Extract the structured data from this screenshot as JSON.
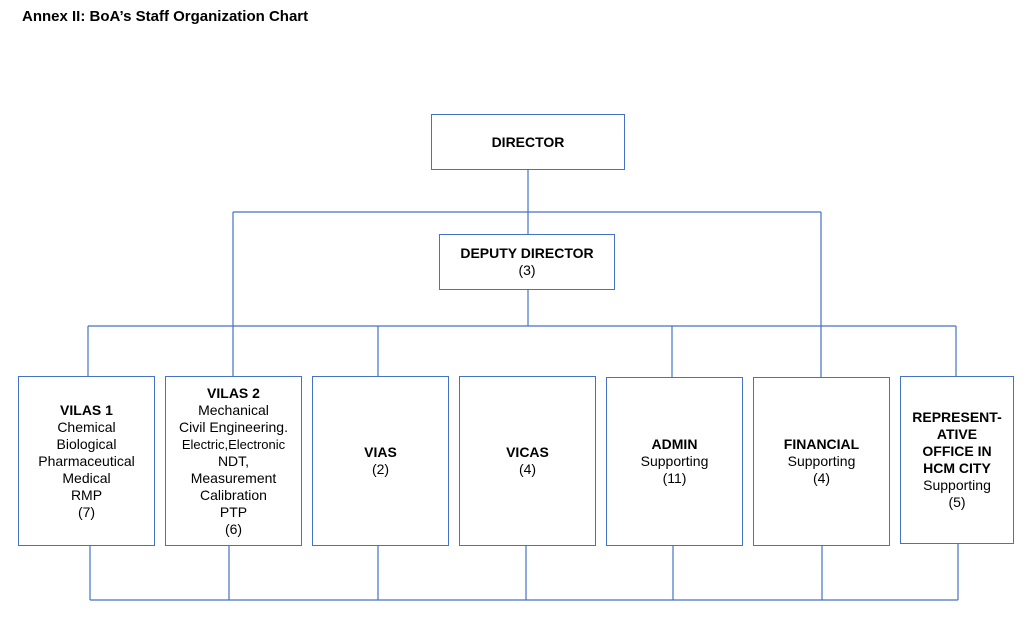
{
  "title": "Annex II: BoA’s Staff Organization Chart",
  "colors": {
    "line": "#4472c4",
    "box_border": "#4472c4",
    "text": "#000000",
    "background": "#ffffff"
  },
  "director": {
    "title": "DIRECTOR"
  },
  "deputy": {
    "title": "DEPUTY DIRECTOR",
    "count": "(3)"
  },
  "units": [
    {
      "id": "vilas1",
      "title": [
        "VILAS 1"
      ],
      "lines": [
        "Chemical",
        "Biological",
        "Pharmaceutical",
        "Medical",
        "RMP"
      ],
      "count": "(7)"
    },
    {
      "id": "vilas2",
      "title": [
        "VILAS 2"
      ],
      "lines": [
        "Mechanical",
        "Civil Engineering.",
        "Electric,Electronic",
        "NDT,",
        "Measurement",
        "Calibration",
        "PTP"
      ],
      "count": "(6)"
    },
    {
      "id": "vias",
      "title": [
        "VIAS"
      ],
      "lines": [],
      "count": "(2)"
    },
    {
      "id": "vicas",
      "title": [
        "VICAS"
      ],
      "lines": [],
      "count": "(4)"
    },
    {
      "id": "admin",
      "title": [
        "ADMIN"
      ],
      "lines": [
        "Supporting"
      ],
      "count": "(11)"
    },
    {
      "id": "financial",
      "title": [
        "FINANCIAL"
      ],
      "lines": [
        "Supporting"
      ],
      "count": "(4)"
    },
    {
      "id": "rep-office",
      "title": [
        "REPRESENT-",
        "ATIVE",
        "OFFICE IN",
        "HCM CITY"
      ],
      "lines": [
        "Supporting"
      ],
      "count": "(5)"
    }
  ]
}
